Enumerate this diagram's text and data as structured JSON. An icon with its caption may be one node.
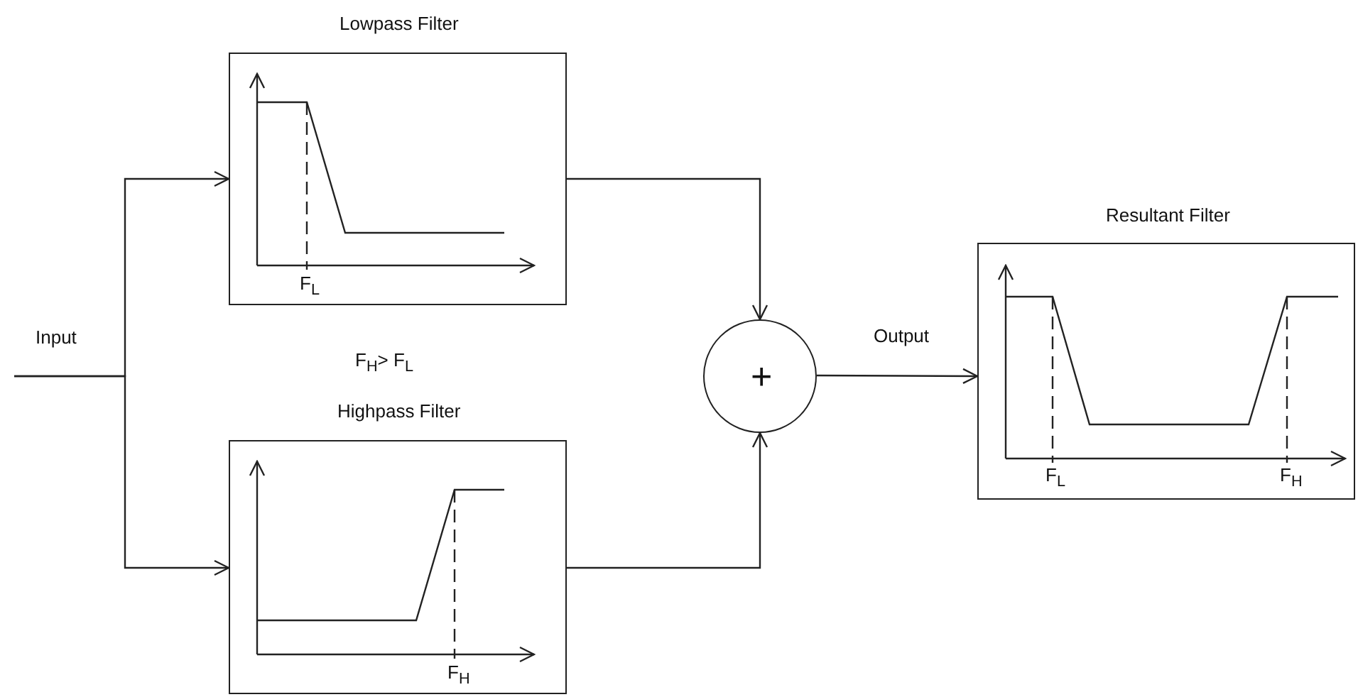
{
  "diagram": {
    "nodes": [
      {
        "text": [
          "Lowpass Filter",
          "F$_{L}$"
        ]
      },
      {
        "text": [
          "Highpass Filter",
          "F$_{H}$"
        ]
      },
      {
        "text": [
          "+"
        ]
      },
      {
        "text": [
          "Resultant Filter",
          "F$_{L}$",
          "F$_{H}$"
        ]
      }
    ],
    "edges": [
      {
        "from": null,
        "to": 0,
        "arrow": "to"
      },
      {
        "from": null,
        "to": 1,
        "arrow": "to"
      },
      {
        "from": 0,
        "to": 2,
        "arrow": "to"
      },
      {
        "from": 1,
        "to": 2,
        "arrow": "to"
      },
      {
        "from": 2,
        "to": 3,
        "arrow": "to",
        "label": "Output"
      }
    ],
    "labels": [
      "Input",
      "F$_{H}$> F$_{L}$"
    ]
  }
}
